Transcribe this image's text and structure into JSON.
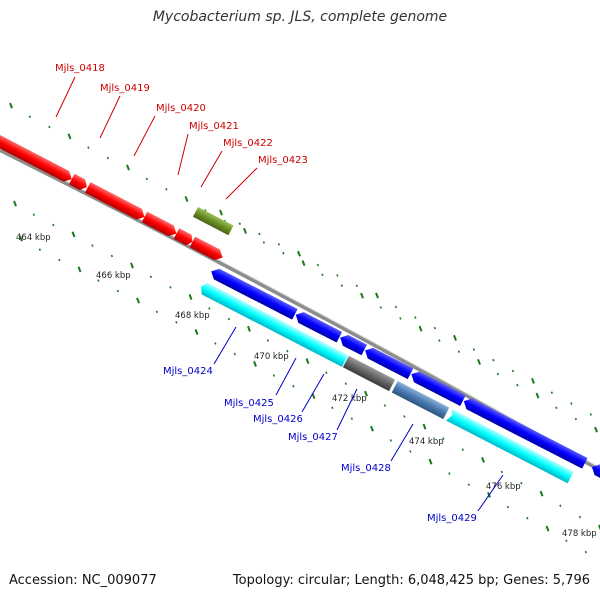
{
  "title": "Mycobacterium sp. JLS, complete genome",
  "accession": "Accession: NC_009077",
  "summary": "Topology: circular; Length: 6,048,425 bp; Genes: 5,796",
  "colors": {
    "forward_cds": "#ff0000",
    "forward_other": "#6b8e23",
    "reverse_cds": "#0000ff",
    "reverse_other_cyan": "#00ffff",
    "reverse_gray": "#666666",
    "reverse_steel": "#4a7ab0",
    "tick": "#1a7a1a",
    "backbone": "#8c8c8c",
    "forward_label": "#cc0000",
    "reverse_label": "#0000cc"
  },
  "scale_labels": [
    "464 kbp",
    "466 kbp",
    "468 kbp",
    "470 kbp",
    "472 kbp",
    "474 kbp",
    "476 kbp",
    "478 kbp"
  ],
  "forward_gene_labels": [
    "Mjls_0418",
    "Mjls_0419",
    "Mjls_0420",
    "Mjls_0421",
    "Mjls_0422",
    "Mjls_0423"
  ],
  "reverse_gene_labels": [
    "Mjls_0424",
    "Mjls_0425",
    "Mjls_0426",
    "Mjls_0427",
    "Mjls_0428",
    "Mjls_0429"
  ]
}
